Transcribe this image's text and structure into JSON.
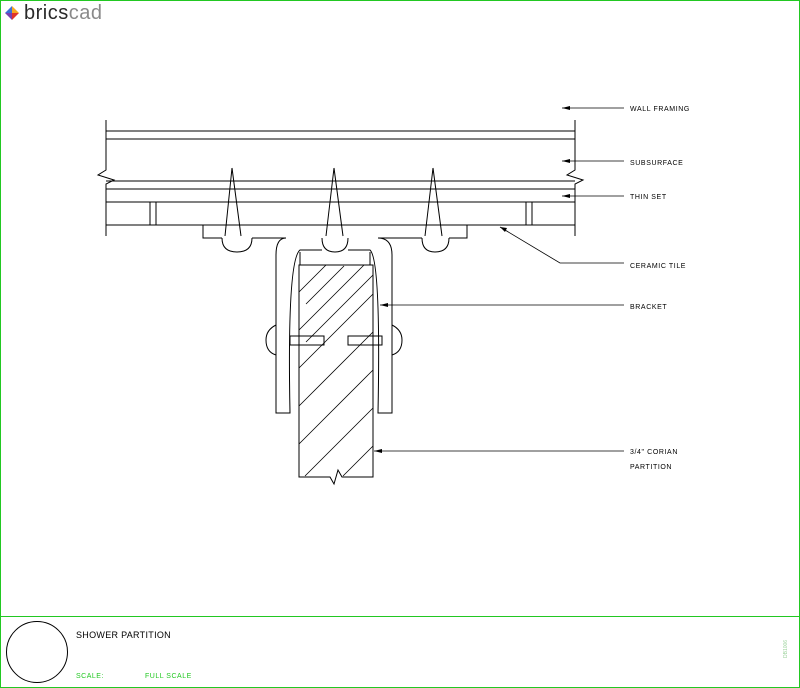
{
  "app": {
    "logo_bold": "brics",
    "logo_light": "cad"
  },
  "colors": {
    "frame": "#22c822",
    "line": "#000000"
  },
  "callouts": [
    {
      "key": "wall",
      "text": "WALL FRAMING"
    },
    {
      "key": "subsurface",
      "text": "SUBSURFACE"
    },
    {
      "key": "thinset",
      "text": "THIN SET"
    },
    {
      "key": "tile",
      "text": "CERAMIC TILE"
    },
    {
      "key": "bracket",
      "text": "BRACKET"
    },
    {
      "key": "corian1",
      "text": "3/4\" CORIAN"
    },
    {
      "key": "corian2",
      "text": "PARTITION"
    }
  ],
  "titleblock": {
    "title": "SHOWER PARTITION",
    "scale_label": "SCALE:",
    "scale_value": "FULL SCALE",
    "ref_code": "DB1006"
  }
}
